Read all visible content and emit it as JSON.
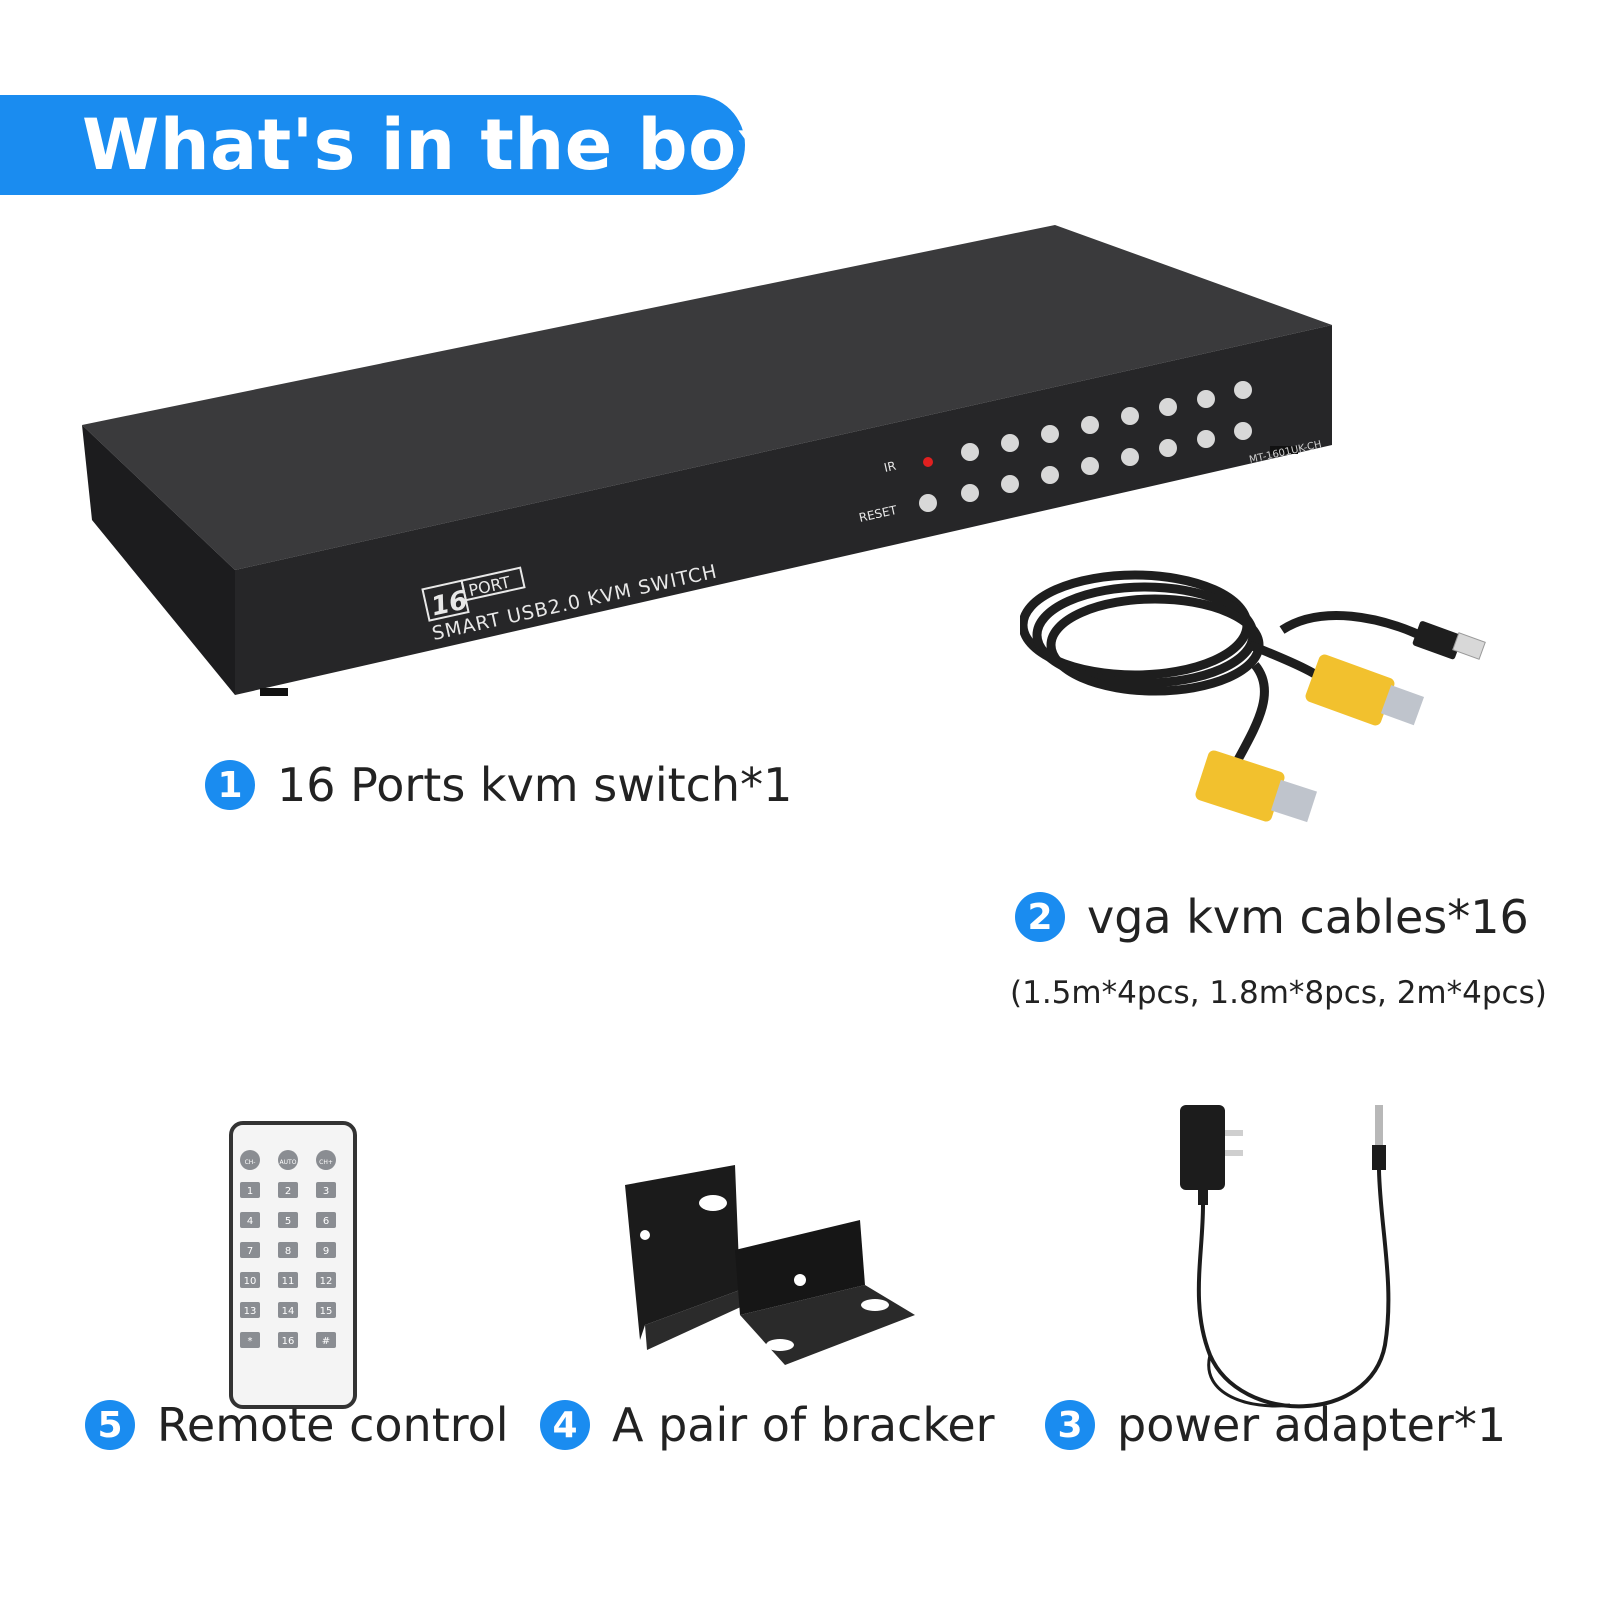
{
  "header": {
    "title": "What's in the box"
  },
  "items": [
    {
      "number": "1",
      "label": "16 Ports kvm switch*1"
    },
    {
      "number": "2",
      "label": "vga kvm cables*16",
      "detail": "(1.5m*4pcs, 1.8m*8pcs, 2m*4pcs)"
    },
    {
      "number": "3",
      "label": "power adapter*1"
    },
    {
      "number": "4",
      "label": "A pair of bracker"
    },
    {
      "number": "5",
      "label": "Remote control"
    }
  ],
  "kvm_device": {
    "badge_number": "16",
    "badge_text": "PORT",
    "product_line": "SMART USB2.0 KVM SWITCH",
    "model": "MT-1601UK-CH",
    "ir_label": "IR",
    "reset_label": "RESET"
  },
  "remote": {
    "keys": [
      "CH-",
      "AUTO",
      "CH+",
      "1",
      "2",
      "3",
      "4",
      "5",
      "6",
      "7",
      "8",
      "9",
      "10",
      "11",
      "12",
      "13",
      "14",
      "15",
      "*",
      "16",
      "#"
    ]
  },
  "colors": {
    "accent": "#1a8cf0",
    "device": "#2e2e30",
    "connector": "#f2c12e",
    "text": "#222222"
  }
}
